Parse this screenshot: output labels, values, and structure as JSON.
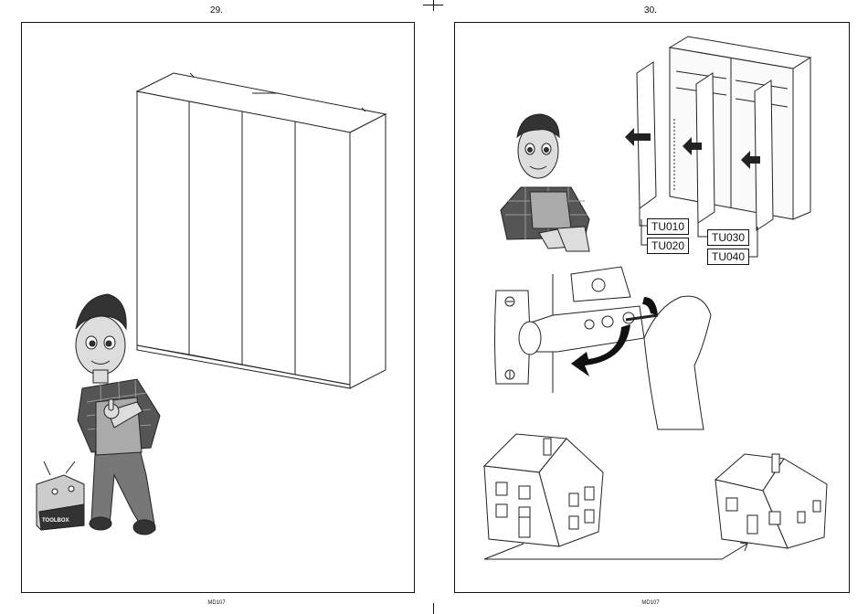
{
  "pages": [
    {
      "number": "29.",
      "footer": "MD107"
    },
    {
      "number": "30.",
      "footer": "MD107"
    }
  ],
  "toolbox_label": "TOOLBOX",
  "door_labels": [
    "TU010",
    "TU020",
    "TU030",
    "TU040"
  ],
  "icons": [
    "mascot-thumbs-up-icon",
    "mascot-pointing-icon",
    "hinge-adjust-icon",
    "house-icon"
  ]
}
